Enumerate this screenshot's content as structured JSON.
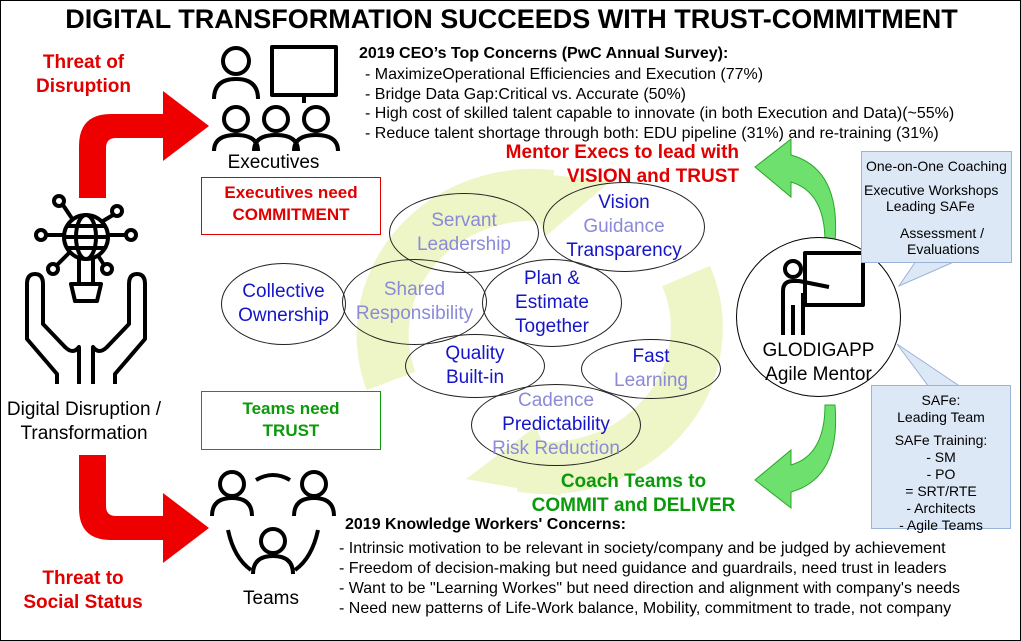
{
  "title": "DIGITAL TRANSFORMATION SUCCEEDS WITH TRUST-COMMITMENT",
  "threats": {
    "disruption": [
      "Threat of",
      "Disruption"
    ],
    "social": [
      "Threat to",
      "Social Status"
    ]
  },
  "left_label": [
    "Digital Disruption /",
    "Transformation"
  ],
  "executives": {
    "label": "Executives",
    "need": [
      "Executives need",
      "COMMITMENT"
    ]
  },
  "teams": {
    "label": "Teams",
    "need": [
      "Teams need",
      "TRUST"
    ]
  },
  "ceo_concerns": {
    "heading": "2019 CEO’s Top Concerns (PwC Annual Survey):",
    "items": [
      "- MaximizeOperational Efficiencies and Execution (77%)",
      "- Bridge Data Gap:Critical vs. Accurate (50%)",
      "- High cost of skilled talent capable to innovate (in both Execution and Data)(~55%)",
      "- Reduce talent shortage through both: EDU pipeline (31%) and re-training (31%)"
    ]
  },
  "worker_concerns": {
    "heading": "2019 Knowledge Workers' Concerns:",
    "items": [
      "- Intrinsic motivation to be relevant in society/company and be judged by achievement",
      "- Freedom of decision-making but need guidance and guardrails, need trust in leaders",
      "- Want to be \"Learning Workes\" but need direction and alignment with company's needs",
      "- Need new patterns of Life-Work balance, Mobility, commitment to trade, not company"
    ]
  },
  "mentor_execs": [
    "Mentor Execs to lead with",
    "VISION and TRUST"
  ],
  "coach_teams": [
    "Coach Teams to",
    "COMMIT and DELIVER"
  ],
  "mentor": [
    "GLODIGAPP",
    "Agile Mentor"
  ],
  "ellipses": {
    "servant": [
      "Servant",
      "Leadership"
    ],
    "vision": [
      "Vision",
      "Guidance",
      "Transparency"
    ],
    "collective": [
      "Collective",
      "Ownership"
    ],
    "shared": [
      "Shared",
      "Responsibility"
    ],
    "plan": [
      "Plan &",
      "Estimate",
      "Together"
    ],
    "quality": [
      "Quality",
      "Built-in"
    ],
    "fast": [
      "Fast",
      "Learning"
    ],
    "cadence": [
      "Cadence",
      "Predictability",
      "Risk Reduction"
    ]
  },
  "bubble_top": {
    "items": [
      "One-on-One Coaching",
      "Executive Workshops",
      "Leading SAFe",
      "Assessment /",
      "Evaluations"
    ]
  },
  "bubble_bottom": {
    "items": [
      "SAFe:",
      "Leading Team",
      "SAFe Training:",
      "- SM",
      "- PO",
      "= SRT/RTE",
      "- Architects",
      "- Agile Teams"
    ]
  },
  "colors": {
    "red": "#e00000",
    "green": "#0a9a0a",
    "blue": "#1515c8",
    "lavender": "#8a8ad8",
    "cycle": "#eef6c8",
    "arrow_green": "#6ee06e",
    "bubble": "#dde8f6"
  }
}
